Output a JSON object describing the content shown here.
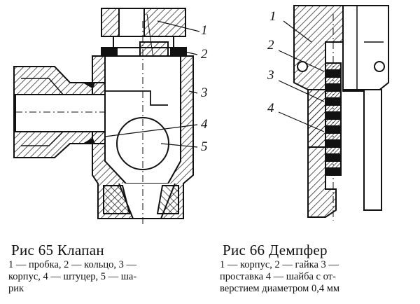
{
  "figure65": {
    "title": "Рис 65 Клапан",
    "labels": [
      "1",
      "2",
      "3",
      "4",
      "5"
    ],
    "legend_lines": [
      "1 — пробка, 2 — кольцо, 3 —",
      "корпус, 4 — штуцер, 5 — ша-",
      "рик"
    ]
  },
  "figure66": {
    "title": "Рис 66 Демпфер",
    "labels": [
      "1",
      "2",
      "3",
      "4"
    ],
    "legend_lines": [
      "1 — корпус, 2 — гайка 3 —",
      "проставка 4 — шайба с от-",
      "верстием диаметром 0,4 мм"
    ]
  }
}
